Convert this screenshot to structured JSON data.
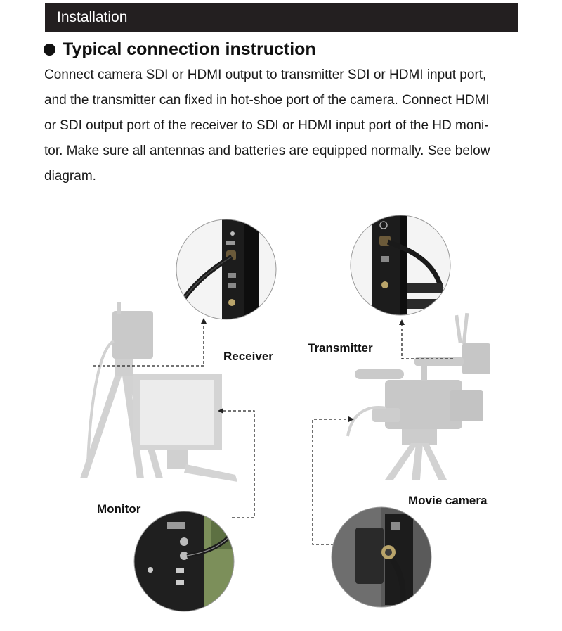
{
  "header": {
    "title": "Installation"
  },
  "section": {
    "heading": "Typical connection instruction",
    "lines": [
      "Connect camera SDI or HDMI output to transmitter SDI or HDMI input port,",
      "and the transmitter can fixed in hot-shoe port of the camera. Connect HDMI",
      "or SDI output port of the receiver to SDI or HDMI input port of the HD moni-",
      "tor. Make sure all antennas and batteries are equipped normally. See below",
      "diagram."
    ]
  },
  "diagram": {
    "labels": {
      "receiver": "Receiver",
      "transmitter": "Transmitter",
      "monitor": "Monitor",
      "movie_camera": "Movie camera"
    },
    "colors": {
      "silhouette": "#d2d2d2",
      "silhouette_dark": "#c4c4c4",
      "monitor_screen": "#ececec",
      "device_body": "#1c1c1c",
      "dashed_line": "#222222"
    }
  }
}
